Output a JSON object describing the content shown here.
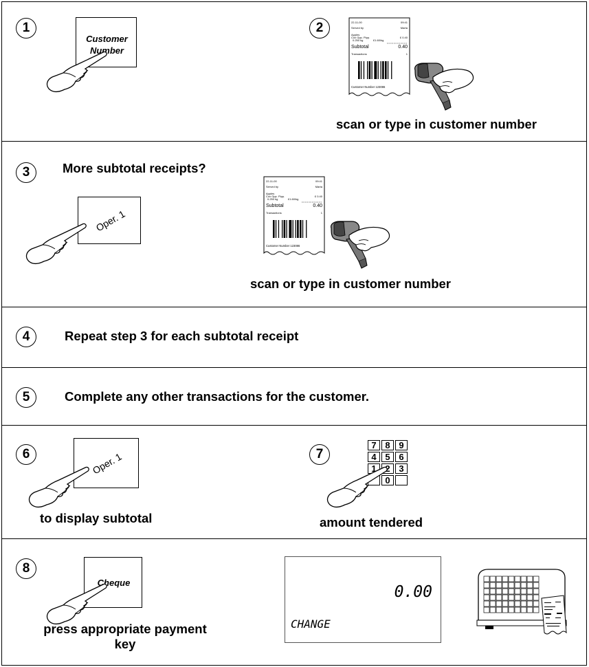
{
  "steps": [
    {
      "number": "1",
      "key_label": "Customer Number"
    },
    {
      "number": "2",
      "caption": "scan or type in customer number"
    },
    {
      "number": "3",
      "heading": "More subtotal receipts?",
      "key_label": "Oper. 1",
      "caption": "scan or type in customer number"
    },
    {
      "number": "4",
      "text": "Repeat step 3 for each subtotal receipt"
    },
    {
      "number": "5",
      "text": "Complete any other transactions for the customer."
    },
    {
      "number": "6",
      "key_label": "Oper. 1",
      "caption": "to display subtotal"
    },
    {
      "number": "7",
      "caption": "amount tendered",
      "keypad": [
        "7",
        "8",
        "9",
        "4",
        "5",
        "6",
        "1",
        "2",
        "3",
        "",
        "0",
        ""
      ]
    },
    {
      "number": "8",
      "key_label": "Cheque",
      "caption": "press appropriate payment key",
      "display_value": "0.00",
      "display_label": "CHANGE"
    }
  ],
  "receipt": {
    "date": "22-11-00",
    "time": "09:41",
    "served_label": "Served by",
    "served_name": "Marta",
    "item": "Apples",
    "item_sub": "Cox Opp. Pipp.",
    "weight": "0.250 kg",
    "price_per_kg": "£1.60/kg",
    "price": "£ 0.40",
    "subtotal_label": "Subtotal",
    "subtotal_value": "0.40",
    "transactions_label": "Transactions",
    "transactions_value": "1",
    "customer_line": "Customer Number 123086"
  },
  "icons": [
    "finger-pointing-hand-icon",
    "barcode-scanner-icon",
    "receipt-icon",
    "keypad-icon",
    "lcd-display-icon",
    "scale-icon"
  ]
}
